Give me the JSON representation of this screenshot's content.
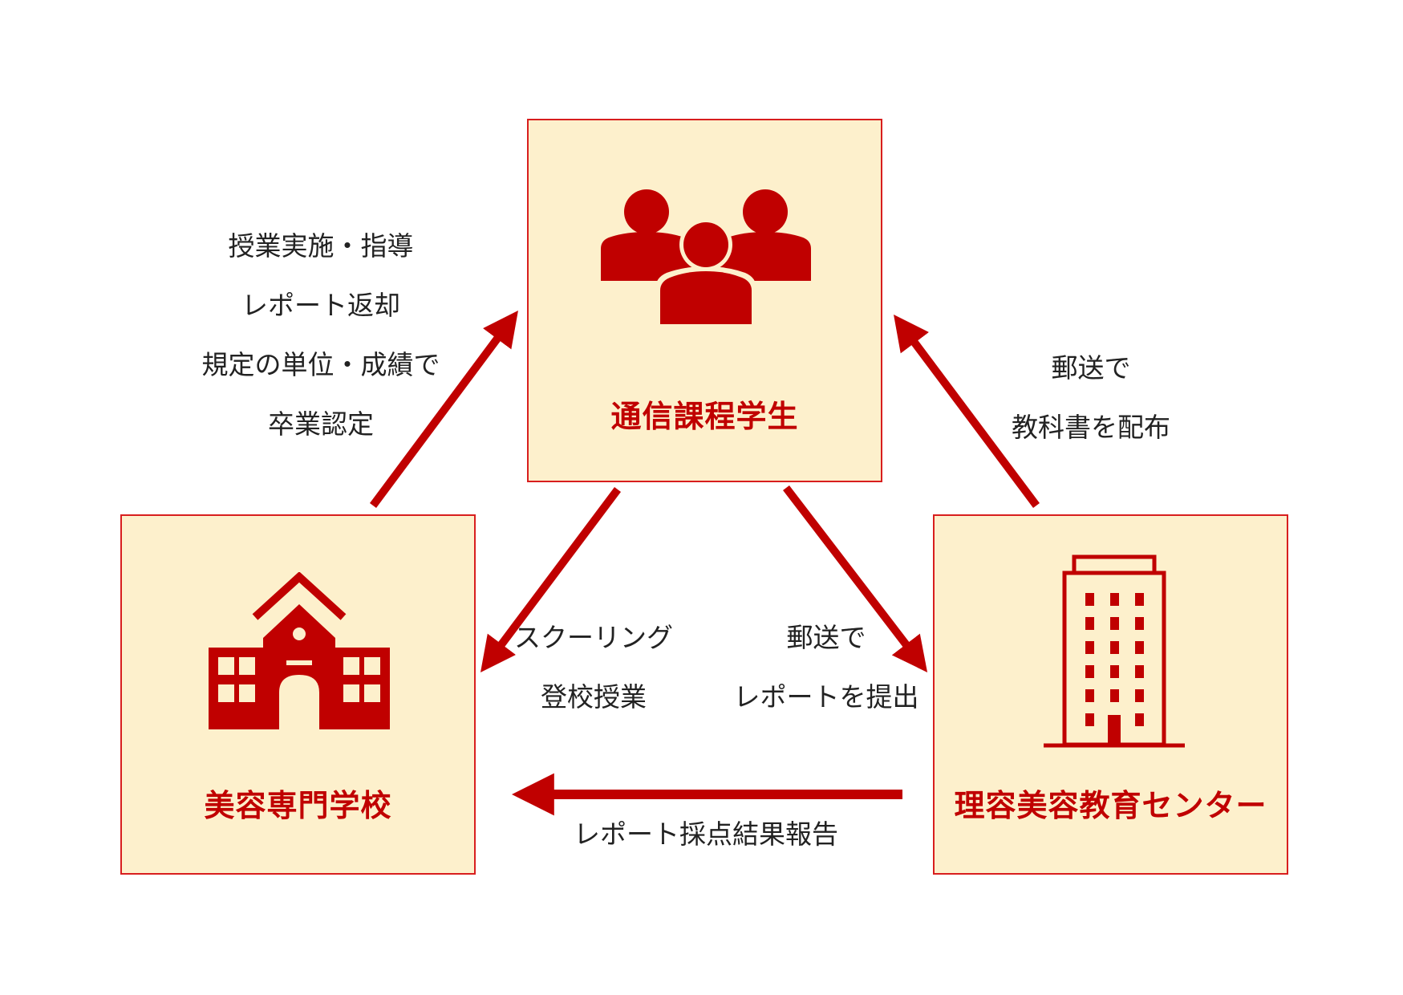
{
  "colors": {
    "accent": "#c00000",
    "box_fill": "#fdf0cc",
    "box_border": "#d81e1e"
  },
  "nodes": {
    "student": {
      "title": "通信課程学生",
      "icon": "people-group-icon"
    },
    "school": {
      "title": "美容専門学校",
      "icon": "school-building-icon"
    },
    "center": {
      "title": "理容美容教育センター",
      "icon": "office-building-icon"
    }
  },
  "labels": {
    "school_to_student": [
      "授業実施・指導",
      "レポート返却",
      "規定の単位・成績で",
      "卒業認定"
    ],
    "center_to_student": [
      "郵送で",
      "教科書を配布"
    ],
    "student_to_school": [
      "スクーリング",
      "登校授業"
    ],
    "student_to_center": [
      "郵送で",
      "レポートを提出"
    ],
    "center_to_school": [
      "レポート採点結果報告"
    ]
  }
}
